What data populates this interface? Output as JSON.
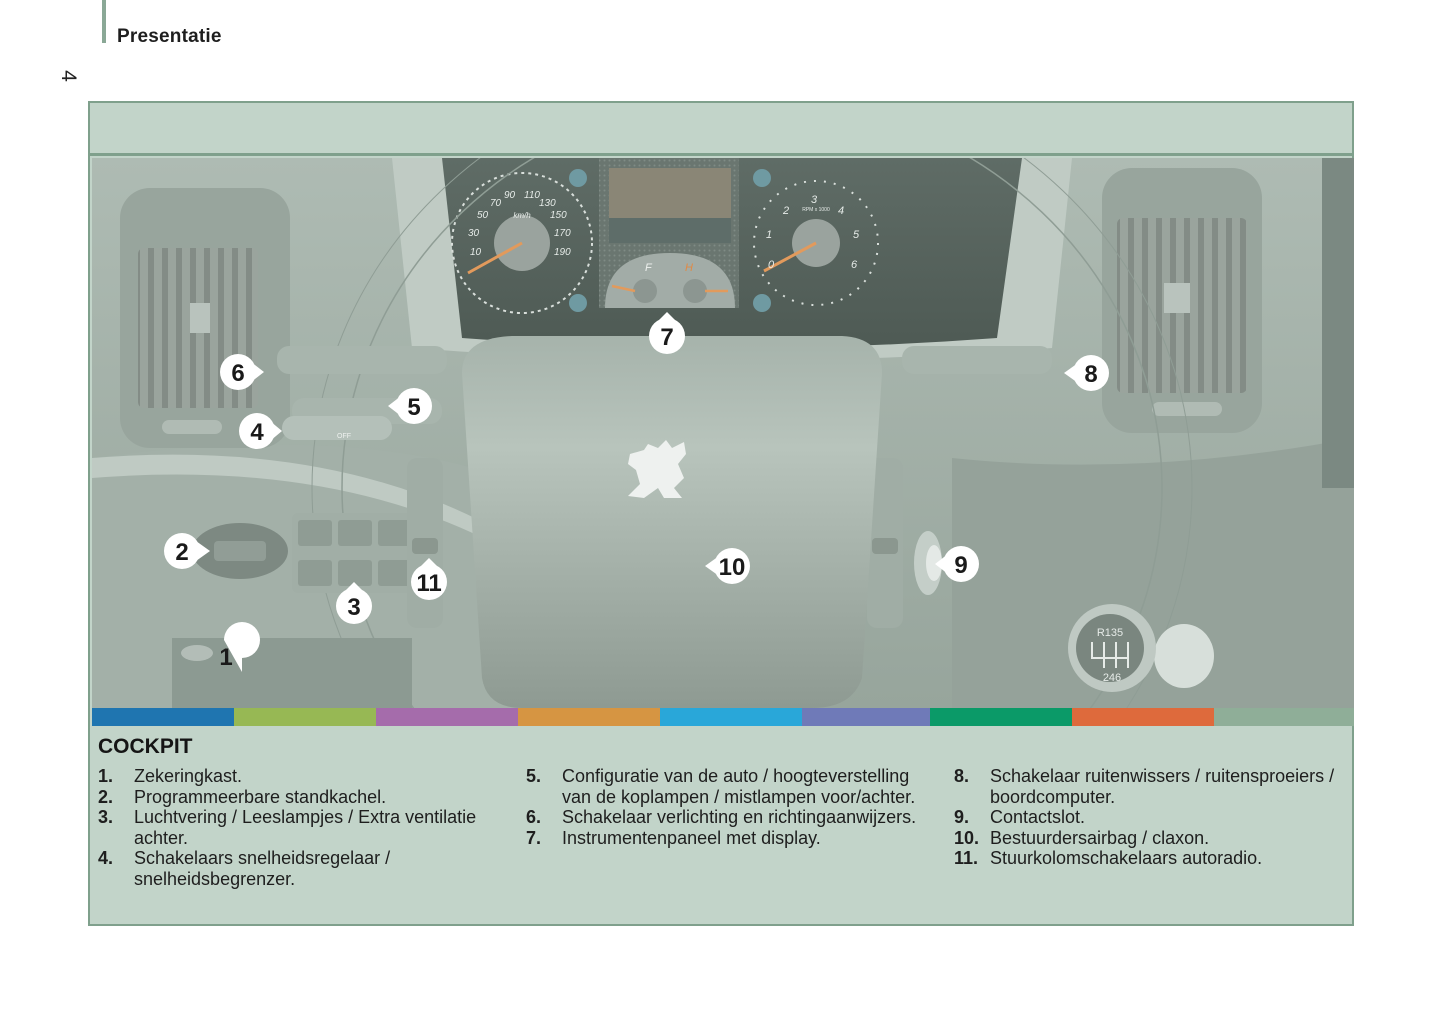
{
  "header": {
    "section_title": "Presentatie",
    "page_number": "4"
  },
  "colors": {
    "frame_bg": "#c2d4c9",
    "frame_border": "#7fa08c",
    "strip": [
      "#1f75b0",
      "#97b854",
      "#a56cab",
      "#d69542",
      "#29a7d9",
      "#6f7ab8",
      "#0b9a68",
      "#de6a3c",
      "#8fae98"
    ]
  },
  "illustration": {
    "callouts": [
      "1",
      "2",
      "3",
      "4",
      "5",
      "6",
      "7",
      "8",
      "9",
      "10",
      "11"
    ],
    "speedometer_ticks": [
      "10",
      "30",
      "50",
      "70",
      "90",
      "110",
      "130",
      "150",
      "170",
      "190"
    ],
    "speed_unit": "km/h",
    "tacho_ticks": [
      "0",
      "1",
      "2",
      "3",
      "4",
      "5",
      "6"
    ],
    "tacho_unit": "RPM x 1000",
    "gear_pattern_top": "R135",
    "gear_pattern_bottom": "246",
    "fuel_label": "F",
    "temp_label": "H",
    "stalk_label": "OFF",
    "logo": "Peugeot lion"
  },
  "legend": {
    "title": "COCKPIT",
    "columns": [
      [
        {
          "num": "1.",
          "text": "Zekeringkast."
        },
        {
          "num": "2.",
          "text": "Programmeerbare standkachel."
        },
        {
          "num": "3.",
          "text": "Luchtvering / Leeslampjes / Extra ventilatie achter."
        },
        {
          "num": "4.",
          "text": "Schakelaars snelheidsregelaar / snelheidsbegrenzer."
        }
      ],
      [
        {
          "num": "5.",
          "text": "Configuratie van de auto / hoogteverstelling van de koplampen / mistlampen voor/achter."
        },
        {
          "num": "6.",
          "text": "Schakelaar verlichting en richtingaanwijzers."
        },
        {
          "num": "7.",
          "text": "Instrumentenpaneel met display."
        }
      ],
      [
        {
          "num": "8.",
          "text": "Schakelaar ruitenwissers / ruitensproeiers / boordcomputer."
        },
        {
          "num": "9.",
          "text": "Contactslot."
        },
        {
          "num": "10.",
          "text": "Bestuurdersairbag / claxon."
        },
        {
          "num": "11.",
          "text": "Stuurkolomschakelaars autoradio."
        }
      ]
    ]
  }
}
